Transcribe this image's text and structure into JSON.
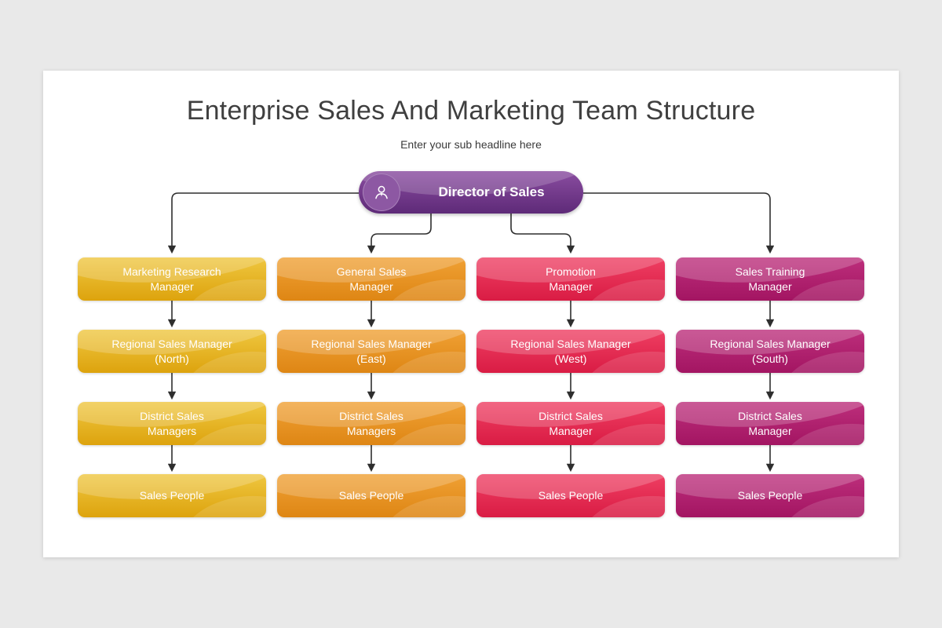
{
  "slide": {
    "title": "Enterprise Sales And Marketing Team Structure",
    "subtitle": "Enter your sub headline here"
  },
  "director": {
    "label": "Director of Sales",
    "icon": "person-icon",
    "color_light": "#8a4da0",
    "color_dark": "#5e2a78",
    "circle_color": "#8d58a3"
  },
  "connectors": {
    "color": "#2e2e2e"
  },
  "columns": [
    {
      "name": "marketing-research",
      "color_light": "#efc741",
      "color_dark": "#dda30d",
      "nodes": [
        "Marketing Research\nManager",
        "Regional Sales Manager\n(North)",
        "District Sales\nManagers",
        "Sales People"
      ]
    },
    {
      "name": "general-sales",
      "color_light": "#f0a135",
      "color_dark": "#de8614",
      "nodes": [
        "General Sales\nManager",
        "Regional Sales Manager\n(East)",
        "District Sales\nManagers",
        "Sales People"
      ]
    },
    {
      "name": "promotion",
      "color_light": "#ef3f63",
      "color_dark": "#d91c44",
      "nodes": [
        "Promotion\nManager",
        "Regional Sales Manager\n(West)",
        "District Sales\nManager",
        "Sales People"
      ]
    },
    {
      "name": "sales-training",
      "color_light": "#bd2f7c",
      "color_dark": "#a31562",
      "nodes": [
        "Sales Training\nManager",
        "Regional Sales Manager\n(South)",
        "District Sales\nManager",
        "Sales People"
      ]
    }
  ]
}
